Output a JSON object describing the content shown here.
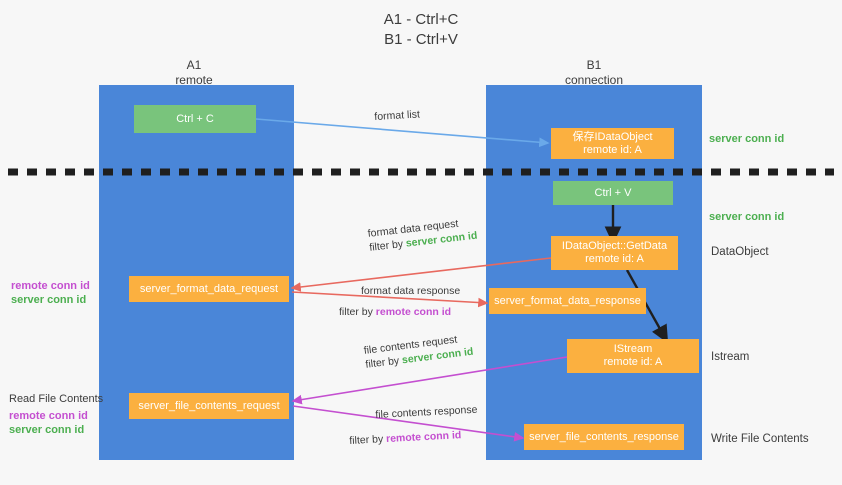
{
  "title": {
    "line1": "A1 - Ctrl+C",
    "line2": "B1 - Ctrl+V"
  },
  "lanes": [
    {
      "id": "a1",
      "name": "A1",
      "role": "remote"
    },
    {
      "id": "b1",
      "name": "B1",
      "role": "connection"
    }
  ],
  "nodes": {
    "ctrl_c": {
      "label": "Ctrl + C",
      "color": "#79c47c"
    },
    "ctrl_v": {
      "label": "Ctrl + V",
      "color": "#79c47c"
    },
    "save_idataobject": {
      "line1": "保存IDataObject",
      "line2": "remote id: A",
      "color": "#fbb040"
    },
    "getdata": {
      "line1": "IDataObject::GetData",
      "line2": "remote id: A",
      "color": "#fbb040"
    },
    "istream": {
      "line1": "IStream",
      "line2": "remote id: A",
      "color": "#fbb040"
    },
    "server_format_data_request": {
      "label": "server_format_data_request",
      "color": "#fbb040"
    },
    "server_format_data_response": {
      "label": "server_format_data_response",
      "color": "#fbb040"
    },
    "server_file_contents_request": {
      "label": "server_file_contents_request",
      "color": "#fbb040"
    },
    "server_file_contents_response": {
      "label": "server_file_contents_response",
      "color": "#fbb040"
    }
  },
  "edge_labels": {
    "format_list": "format list",
    "format_data_request": "format data request",
    "format_data_request_filter_prefix": "filter by ",
    "format_data_request_filter_value": "server conn id",
    "format_data_response": "format data response",
    "format_data_response_filter_prefix": "filter by ",
    "format_data_response_filter_value": "remote conn id",
    "file_contents_request": "file contents request",
    "file_contents_request_filter_prefix": "filter by ",
    "file_contents_request_filter_value": "server conn id",
    "file_contents_response": "file contents response",
    "file_contents_response_filter_prefix": "filter by ",
    "file_contents_response_filter_value": "remote conn id"
  },
  "right_annotations": [
    {
      "id": "server-conn-id-top",
      "text": "server conn id",
      "style": "green"
    },
    {
      "id": "server-conn-id-mid",
      "text": "server conn id",
      "style": "green"
    },
    {
      "id": "dataobject",
      "text": "DataObject",
      "style": "grey"
    },
    {
      "id": "istream",
      "text": "Istream",
      "style": "grey"
    },
    {
      "id": "write-file-contents",
      "text": "Write File Contents",
      "style": "grey"
    }
  ],
  "left_annotations": [
    {
      "id": "conn-ids-upper",
      "remote": "remote conn id",
      "server": "server conn id"
    },
    {
      "id": "read-file-contents",
      "heading": "Read File Contents",
      "remote": "remote conn id",
      "server": "server conn id"
    }
  ],
  "colors": {
    "lane": "#4a86d8",
    "green_box": "#79c47c",
    "orange_box": "#fbb040",
    "green_text": "#4caf50",
    "purple_text": "#c44fd0",
    "arrow_blue": "#6aa9e9",
    "arrow_red": "#e8695f",
    "arrow_purple": "#c44fd0",
    "arrow_dark": "#1f1f1f",
    "background": "#f7f7f7",
    "divider": "#1f1f1f"
  }
}
